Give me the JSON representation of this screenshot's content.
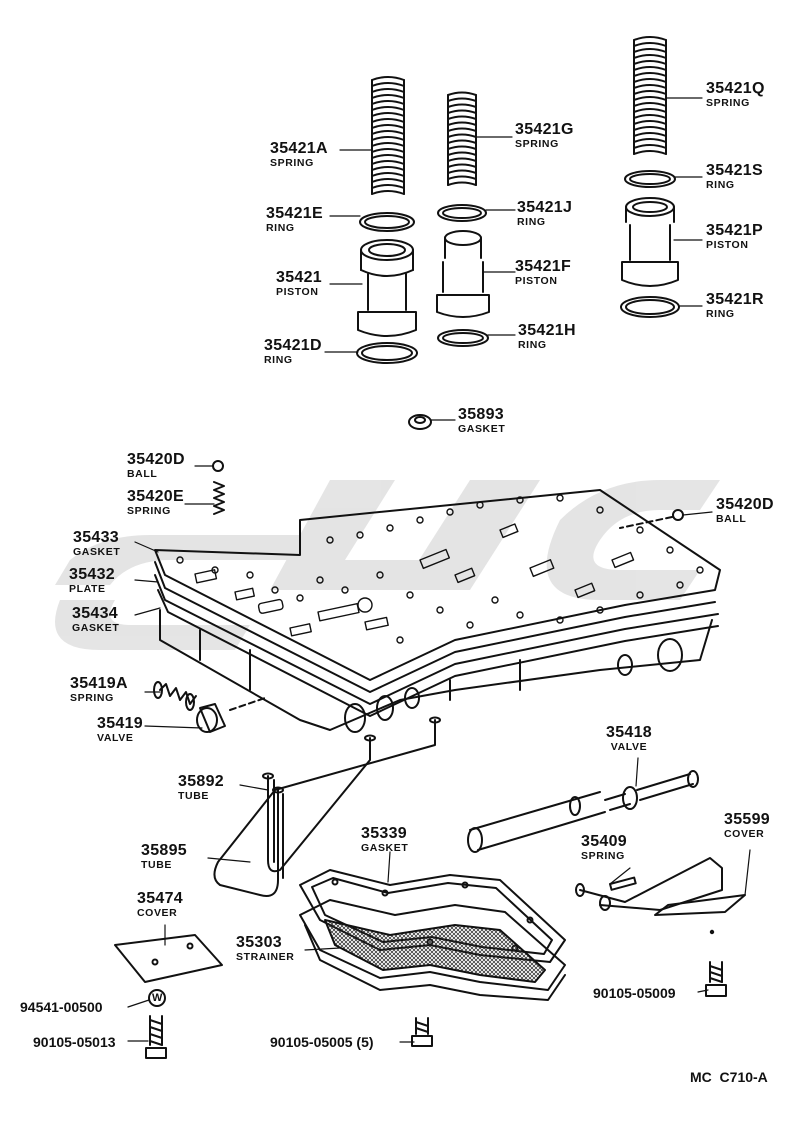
{
  "parts": [
    {
      "id": "p_35421A",
      "number": "35421A",
      "name": "SPRING"
    },
    {
      "id": "p_35421E",
      "number": "35421E",
      "name": "RING"
    },
    {
      "id": "p_35421",
      "number": "35421",
      "name": "PISTON"
    },
    {
      "id": "p_35421D",
      "number": "35421D",
      "name": "RING"
    },
    {
      "id": "p_35421G",
      "number": "35421G",
      "name": "SPRING"
    },
    {
      "id": "p_35421J",
      "number": "35421J",
      "name": "RING"
    },
    {
      "id": "p_35421F",
      "number": "35421F",
      "name": "PISTON"
    },
    {
      "id": "p_35421H",
      "number": "35421H",
      "name": "RING"
    },
    {
      "id": "p_35421Q",
      "number": "35421Q",
      "name": "SPRING"
    },
    {
      "id": "p_35421S",
      "number": "35421S",
      "name": "RING"
    },
    {
      "id": "p_35421P",
      "number": "35421P",
      "name": "PISTON"
    },
    {
      "id": "p_35421R",
      "number": "35421R",
      "name": "RING"
    },
    {
      "id": "p_35893",
      "number": "35893",
      "name": "GASKET"
    },
    {
      "id": "p_35420D_l",
      "number": "35420D",
      "name": "BALL"
    },
    {
      "id": "p_35420E",
      "number": "35420E",
      "name": "SPRING"
    },
    {
      "id": "p_35420D_r",
      "number": "35420D",
      "name": "BALL"
    },
    {
      "id": "p_35433",
      "number": "35433",
      "name": "GASKET"
    },
    {
      "id": "p_35432",
      "number": "35432",
      "name": "PLATE"
    },
    {
      "id": "p_35434",
      "number": "35434",
      "name": "GASKET"
    },
    {
      "id": "p_35419A",
      "number": "35419A",
      "name": "SPRING"
    },
    {
      "id": "p_35419",
      "number": "35419",
      "name": "VALVE"
    },
    {
      "id": "p_35418",
      "number": "35418",
      "name": "VALVE"
    },
    {
      "id": "p_35892",
      "number": "35892",
      "name": "TUBE"
    },
    {
      "id": "p_35895",
      "number": "35895",
      "name": "TUBE"
    },
    {
      "id": "p_35339",
      "number": "35339",
      "name": "GASKET"
    },
    {
      "id": "p_35409",
      "number": "35409",
      "name": "SPRING"
    },
    {
      "id": "p_35599",
      "number": "35599",
      "name": "COVER"
    },
    {
      "id": "p_35474",
      "number": "35474",
      "name": "COVER"
    },
    {
      "id": "p_35303",
      "number": "35303",
      "name": "STRAINER"
    }
  ],
  "fasteners": [
    {
      "id": "f_94541",
      "number": "94541-00500"
    },
    {
      "id": "f_90105_013",
      "number": "90105-05013"
    },
    {
      "id": "f_90105_005",
      "number": "90105-05005 (5)"
    },
    {
      "id": "f_90105_009",
      "number": "90105-05009"
    }
  ],
  "washer_symbol": "W",
  "diagram_code": "MC  C710-A",
  "colors": {
    "ink": "#111111",
    "watermark": "#c8c8c8",
    "paper": "#ffffff"
  }
}
